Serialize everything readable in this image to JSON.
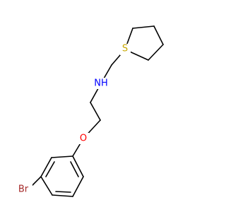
{
  "molecule": {
    "atoms": {
      "sulfur": {
        "text": "S",
        "color": "#c8a800"
      },
      "nitrogen": {
        "text": "NH",
        "color": "#0000ff"
      },
      "oxygen": {
        "text": "O",
        "color": "#ff0000"
      },
      "bromine": {
        "text": "Br",
        "color": "#a52a2a"
      }
    }
  }
}
